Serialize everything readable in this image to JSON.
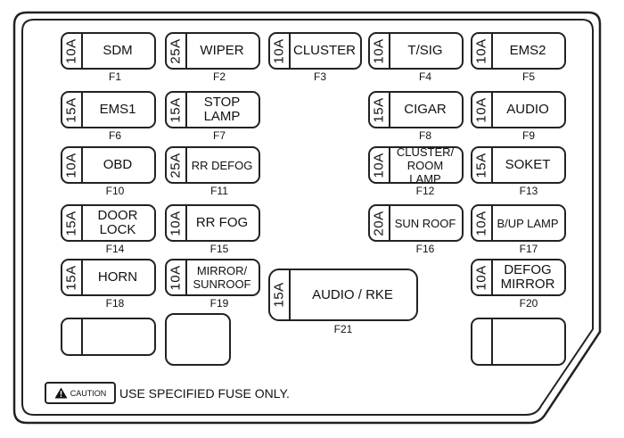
{
  "fuses": [
    {
      "code": "F1",
      "amp": "10A",
      "name": "SDM"
    },
    {
      "code": "F2",
      "amp": "25A",
      "name": "WIPER"
    },
    {
      "code": "F3",
      "amp": "10A",
      "name": "CLUSTER"
    },
    {
      "code": "F4",
      "amp": "10A",
      "name": "T/SIG"
    },
    {
      "code": "F5",
      "amp": "10A",
      "name": "EMS2"
    },
    {
      "code": "F6",
      "amp": "15A",
      "name": "EMS1"
    },
    {
      "code": "F7",
      "amp": "15A",
      "name": "STOP\nLAMP"
    },
    {
      "code": "F8",
      "amp": "15A",
      "name": "CIGAR"
    },
    {
      "code": "F9",
      "amp": "10A",
      "name": "AUDIO"
    },
    {
      "code": "F10",
      "amp": "10A",
      "name": "OBD"
    },
    {
      "code": "F11",
      "amp": "25A",
      "name": "RR DEFOG"
    },
    {
      "code": "F12",
      "amp": "10A",
      "name": "CLUSTER/\nROOM LAMP"
    },
    {
      "code": "F13",
      "amp": "15A",
      "name": "SOKET"
    },
    {
      "code": "F14",
      "amp": "15A",
      "name": "DOOR\nLOCK"
    },
    {
      "code": "F15",
      "amp": "10A",
      "name": "RR FOG"
    },
    {
      "code": "F16",
      "amp": "20A",
      "name": "SUN ROOF"
    },
    {
      "code": "F17",
      "amp": "10A",
      "name": "B/UP LAMP"
    },
    {
      "code": "F18",
      "amp": "15A",
      "name": "HORN"
    },
    {
      "code": "F19",
      "amp": "10A",
      "name": "MIRROR/\nSUNROOF"
    },
    {
      "code": "F20",
      "amp": "10A",
      "name": "DEFOG\nMIRROR"
    },
    {
      "code": "F21",
      "amp": "15A",
      "name": "AUDIO / RKE"
    }
  ],
  "caution": {
    "badge_label": "CAUTION",
    "icon": "warning-triangle-icon",
    "text": "USE SPECIFIED FUSE ONLY."
  }
}
